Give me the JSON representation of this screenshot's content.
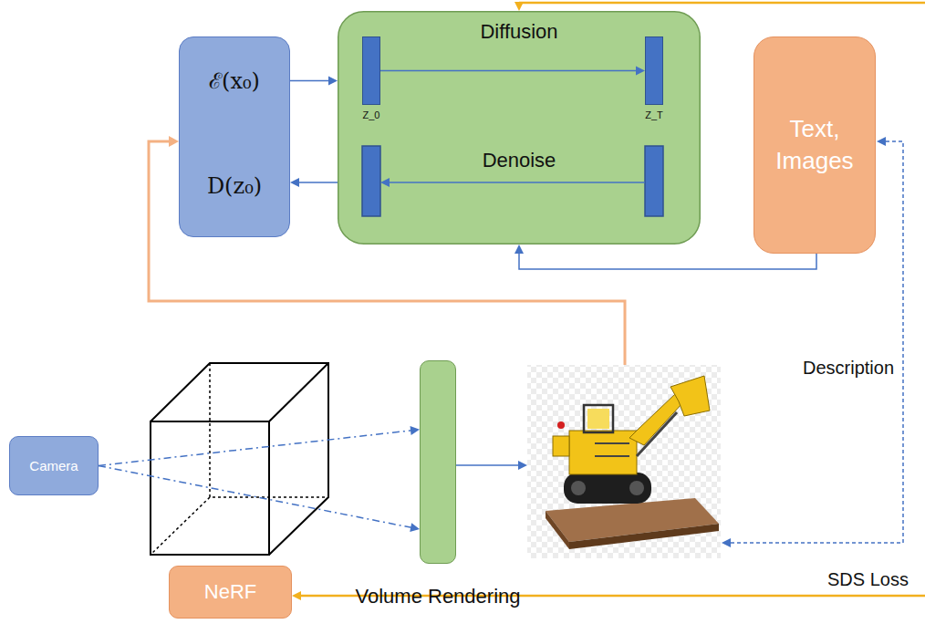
{
  "diagram": {
    "nodes": [
      {
        "text": [
          "ℰ(x₀)",
          "D(z₀)"
        ]
      },
      {
        "text": [
          "Diffusion",
          "Denoise"
        ]
      },
      {
        "text": [
          "Z_0"
        ],
        "in": 1
      },
      {
        "text": [
          "Z_T"
        ],
        "in": 1
      },
      {
        "text": [
          "Text, Images"
        ]
      },
      {
        "text": [
          "Camera"
        ]
      },
      {
        "text": [
          "Volume Rendering"
        ]
      },
      {
        "text": [
          "NeRF"
        ]
      }
    ],
    "edges": [
      {
        "from": 0,
        "to": 1,
        "arrow": "to"
      },
      {
        "from": 1,
        "to": 0,
        "arrow": "to"
      },
      {
        "from": 2,
        "to": 3,
        "arrow": "to"
      },
      {
        "from": 4,
        "to": 1,
        "arrow": "to"
      },
      {
        "from": 5,
        "to": 6,
        "arrow": "to"
      },
      {
        "from": 5,
        "to": 6,
        "arrow": "to"
      },
      {
        "from": 1,
        "to": 7,
        "label": "SDS Loss",
        "arrow": "both"
      }
    ],
    "labels": [
      "Description"
    ]
  }
}
